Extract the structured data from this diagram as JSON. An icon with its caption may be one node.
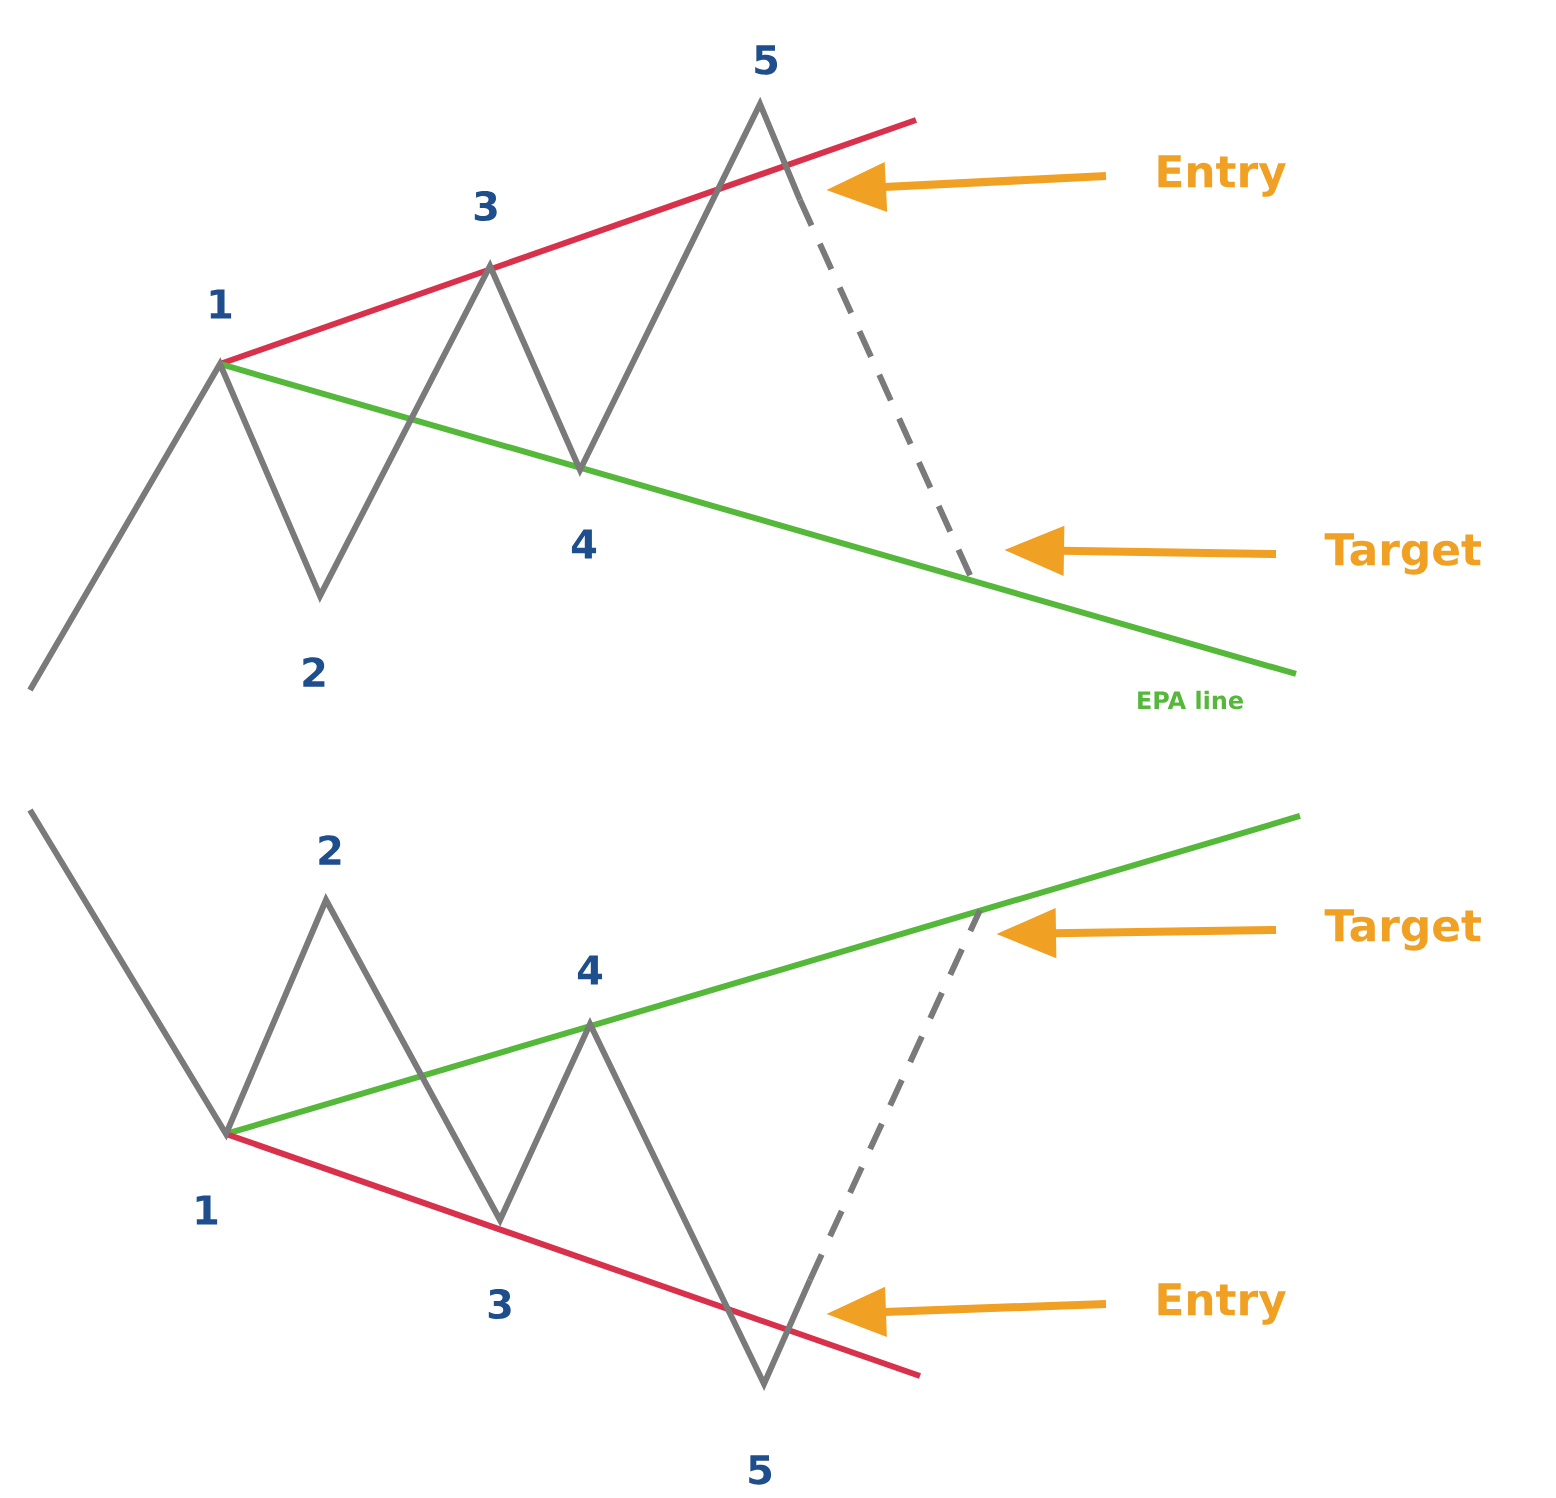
{
  "diagram": {
    "nodes": [
      {
        "text": [
          "Entry"
        ]
      },
      {
        "text": [
          "Target"
        ]
      },
      {
        "text": [
          "Target"
        ]
      },
      {
        "text": [
          "Entry"
        ]
      }
    ],
    "edges": [
      {
        "from": 0,
        "to": null,
        "arrow": "to"
      },
      {
        "from": 1,
        "to": null,
        "arrow": "to"
      },
      {
        "from": 2,
        "to": null,
        "arrow": "to"
      },
      {
        "from": 3,
        "to": null,
        "arrow": "to"
      }
    ],
    "labels": [
      "5",
      "3",
      "1",
      "4",
      "2",
      "EPA line",
      "2",
      "4",
      "1",
      "3",
      "5"
    ]
  }
}
